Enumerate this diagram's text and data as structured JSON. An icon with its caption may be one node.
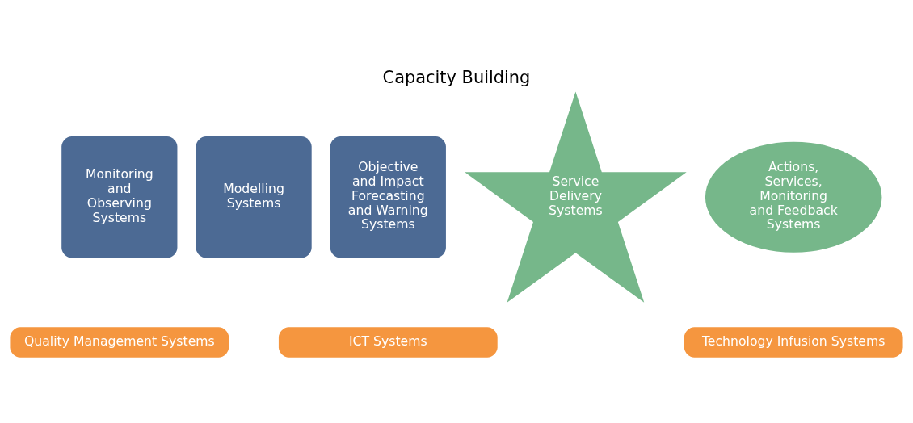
{
  "diagram": {
    "title": "Capacity Building",
    "nodes": [
      {
        "text": [
          "Monitoring and Observing Systems"
        ]
      },
      {
        "text": [
          "Modelling Systems"
        ]
      },
      {
        "text": [
          "Objective and Impact Forecasting and Warning Systems"
        ]
      },
      {
        "text": [
          "Service Delivery Systems"
        ]
      },
      {
        "text": [
          "Actions, Services, Monitoring and Feedback Systems"
        ]
      },
      {
        "text": [
          "Quality Management Systems"
        ]
      },
      {
        "text": [
          "ICT Systems"
        ]
      },
      {
        "text": [
          "Technology Infusion Systems"
        ]
      }
    ],
    "edges": []
  }
}
